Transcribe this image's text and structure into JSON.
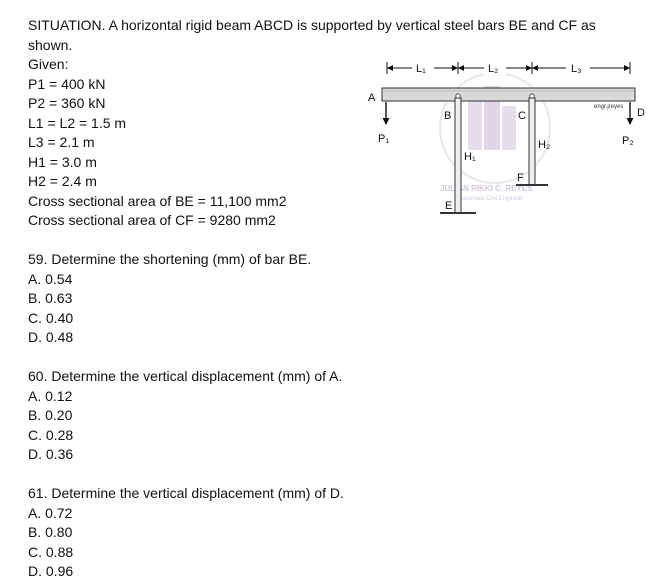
{
  "intro": "SITUATION. A horizontal rigid beam ABCD is supported by vertical steel bars BE and CF as shown.",
  "given": {
    "heading": "Given:",
    "lines": [
      "P1 = 400 kN",
      "P2 = 360 kN",
      "L1 = L2 = 1.5 m",
      "L3 = 2.1 m",
      "H1 = 3.0 m",
      "H2 = 2.4 m",
      "Cross sectional area of BE = 11,100 mm2",
      "Cross sectional area of CF = 9280 mm2"
    ]
  },
  "questions": [
    {
      "text": "59. Determine the shortening (mm) of bar BE.",
      "options": [
        "A. 0.54",
        "B. 0.63",
        "C. 0.40",
        "D. 0.48"
      ]
    },
    {
      "text": "60. Determine the vertical displacement (mm) of A.",
      "options": [
        "A. 0.12",
        "B. 0.20",
        "C. 0.28",
        "D. 0.36"
      ]
    },
    {
      "text": "61. Determine the vertical displacement (mm) of D.",
      "options": [
        "A. 0.72",
        "B. 0.80",
        "C. 0.88",
        "D. 0.96"
      ]
    }
  ],
  "figure": {
    "dim_labels": {
      "l1": "L₁",
      "l2": "L₂",
      "l3": "L₃"
    },
    "points": {
      "a": "A",
      "b": "B",
      "c": "C",
      "d": "D",
      "e": "E",
      "f": "F"
    },
    "loads": {
      "p1": "P₁",
      "p2": "P₂"
    },
    "heights": {
      "h1": "H₁",
      "h2": "H₂"
    },
    "credit": "engr.jreyes",
    "watermark": {
      "name": "JULIAN RIKKI C. REYES",
      "title": "Licensed Civil Engineer"
    },
    "colors": {
      "beam": "#d9d9d9",
      "bar": "#e6e6e6",
      "watermark": "#cfc5d8"
    }
  }
}
